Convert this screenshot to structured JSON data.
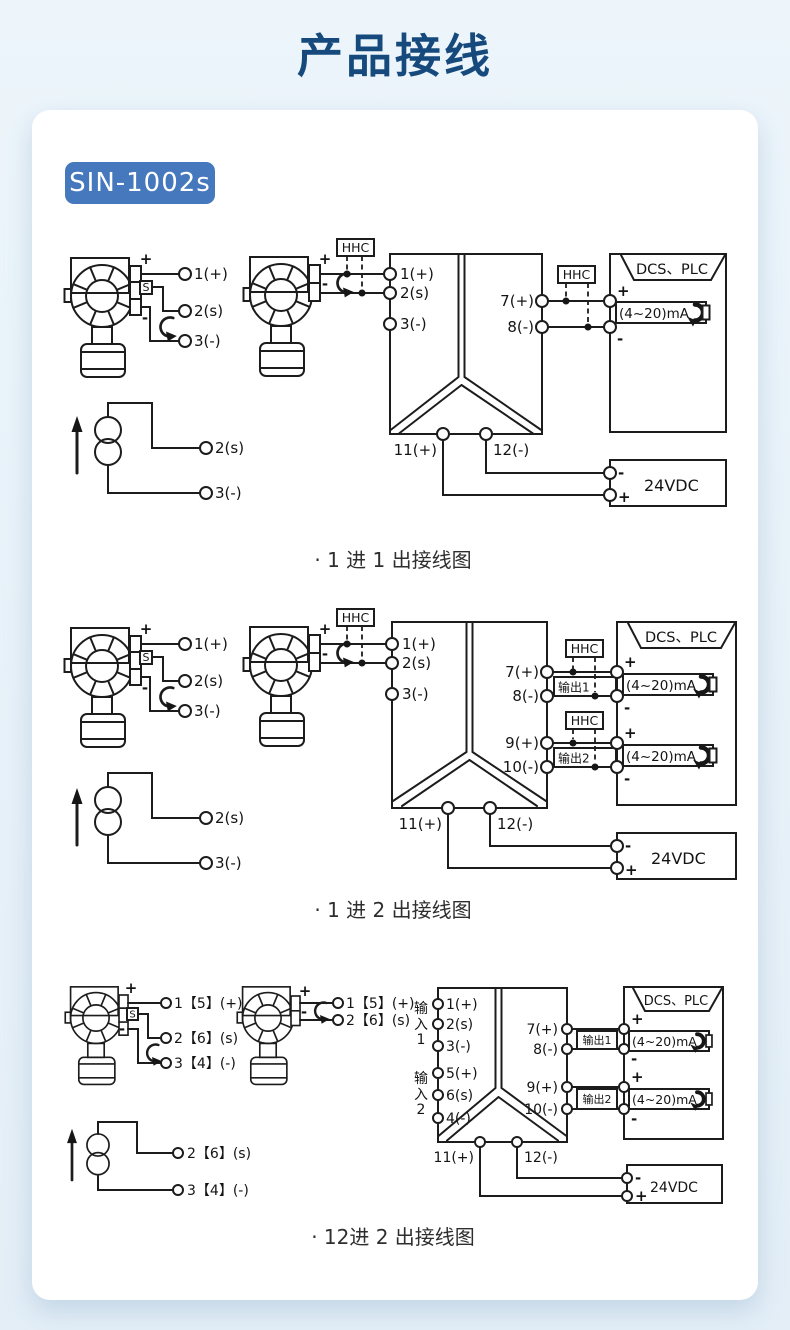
{
  "page": {
    "title": "产品接线",
    "model_badge": "SIN-1002s"
  },
  "labels": {
    "hhc": "HHC",
    "dcs_plc": "DCS、PLC",
    "ma_loop": "(4~20)mA",
    "power_supply": "24VDC",
    "plus": "+",
    "minus": "-",
    "sensor": "S",
    "output1": "输出1",
    "output2": "输出2"
  },
  "diagram1": {
    "caption": "· 1 进 1 出接线图",
    "in_plus": "1(+)",
    "in_sig": "2(s)",
    "in_minus": "3(-)",
    "out_plus": "7(+)",
    "out_minus": "8(-)",
    "pwr_plus": "11(+)",
    "pwr_minus": "12(-)"
  },
  "diagram2": {
    "caption": "· 1 进 2 出接线图",
    "in_plus": "1(+)",
    "in_sig": "2(s)",
    "in_minus": "3(-)",
    "out1_plus": "7(+)",
    "out1_minus": "8(-)",
    "out2_plus": "9(+)",
    "out2_minus": "10(-)",
    "pwr_plus": "11(+)",
    "pwr_minus": "12(-)"
  },
  "diagram3": {
    "caption": "· 12进 2 出接线图",
    "sensor_plus": "1【5】(+)",
    "sensor_sig": "2【6】(s)",
    "sensor_minus": "3【4】(-)",
    "input1_chars": [
      "输",
      "入",
      "1"
    ],
    "input2_chars": [
      "输",
      "入",
      "2"
    ],
    "in1_plus": "1(+)",
    "in1_sig": "2(s)",
    "in1_minus": "3(-)",
    "in2_plus": "5(+)",
    "in2_sig": "6(s)",
    "in2_minus": "4(-)",
    "out1_plus": "7(+)",
    "out1_minus": "8(-)",
    "out2_plus": "9(+)",
    "out2_minus": "10(-)",
    "pwr_plus": "11(+)",
    "pwr_minus": "12(-)"
  }
}
